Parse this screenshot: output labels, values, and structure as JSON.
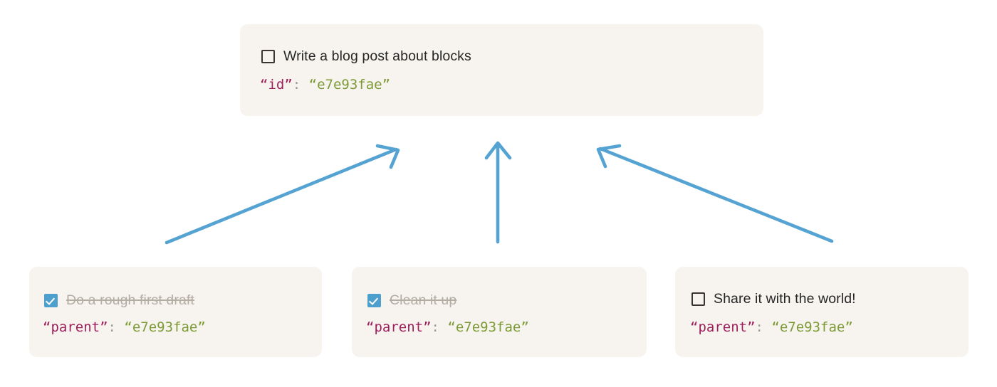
{
  "page": {
    "background_color": "#ffffff",
    "card_color": "#f7f4ef",
    "arrow_color": "#55a3d2",
    "key_color": "#9e1f5c",
    "value_color": "#7d9b35",
    "colon_color": "#9a9a9a",
    "checkbox_checked_color": "#4d9fce",
    "checkbox_unchecked_color": "#3b352f",
    "text_color": "#262626",
    "done_text_color": "#b3ada4"
  },
  "parent_card": {
    "checkbox_icon": "checkbox-unchecked-icon",
    "checked": false,
    "task_label": "Write a blog post about blocks",
    "json_key": "“id”",
    "json_colon": ":",
    "json_value": "“e7e93fae”"
  },
  "child_cards": [
    {
      "checkbox_icon": "checkbox-checked-icon",
      "checked": true,
      "task_label": "Do a rough first draft",
      "json_key": "“parent”",
      "json_colon": ":",
      "json_value": "“e7e93fae”"
    },
    {
      "checkbox_icon": "checkbox-checked-icon",
      "checked": true,
      "task_label": "Clean it up",
      "json_key": "“parent”",
      "json_colon": ":",
      "json_value": "“e7e93fae”"
    },
    {
      "checkbox_icon": "checkbox-unchecked-icon",
      "checked": false,
      "task_label": "Share it with the world!",
      "json_key": "“parent”",
      "json_colon": ":",
      "json_value": "“e7e93fae”"
    }
  ],
  "arrows": [
    {
      "name": "arrow-from-left-child-to-parent",
      "direction": "up-right"
    },
    {
      "name": "arrow-from-middle-child-to-parent",
      "direction": "up"
    },
    {
      "name": "arrow-from-right-child-to-parent",
      "direction": "up-left"
    }
  ]
}
